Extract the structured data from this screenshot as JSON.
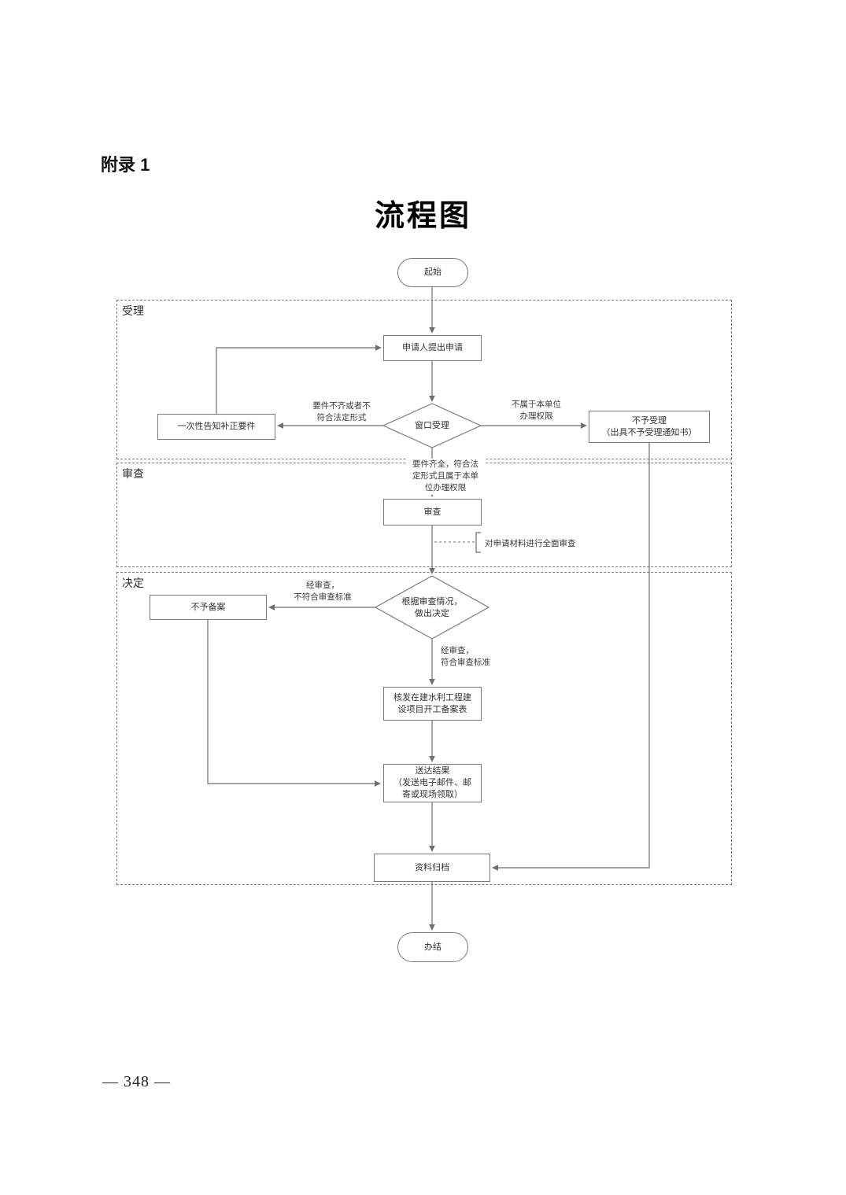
{
  "page": {
    "appendix_label": "附录 1",
    "title": "流程图",
    "page_number": "— 348 —"
  },
  "lanes": {
    "accept": "受理",
    "review": "审查",
    "decide": "决定"
  },
  "nodes": {
    "start": "起始",
    "apply": "申请人提出申请",
    "window_review": "窗口受理",
    "notify_fix": "一次性告知补正要件",
    "reject": "不予受理\n（出具不予受理通知书）",
    "review": "审查",
    "review_note": "对申请材料进行全面审查",
    "decision": "根据审查情况，\n做出决定",
    "no_record": "不予备案",
    "issue_form": "核发在建水利工程建\n设项目开工备案表",
    "deliver": "送达结果\n（发送电子邮件、邮\n寄或现场领取）",
    "archive": "资料归档",
    "end": "办结"
  },
  "edge_labels": {
    "incomplete": "要件不齐或者不\n符合法定形式",
    "no_authority": "不属于本单位\n办理权限",
    "qualified": "要件齐全，符合法\n定形式且属于本单\n位办理权限",
    "fail_standard": "经审查，\n不符合审查标准",
    "meet_standard": "经审查，\n符合审查标准"
  }
}
